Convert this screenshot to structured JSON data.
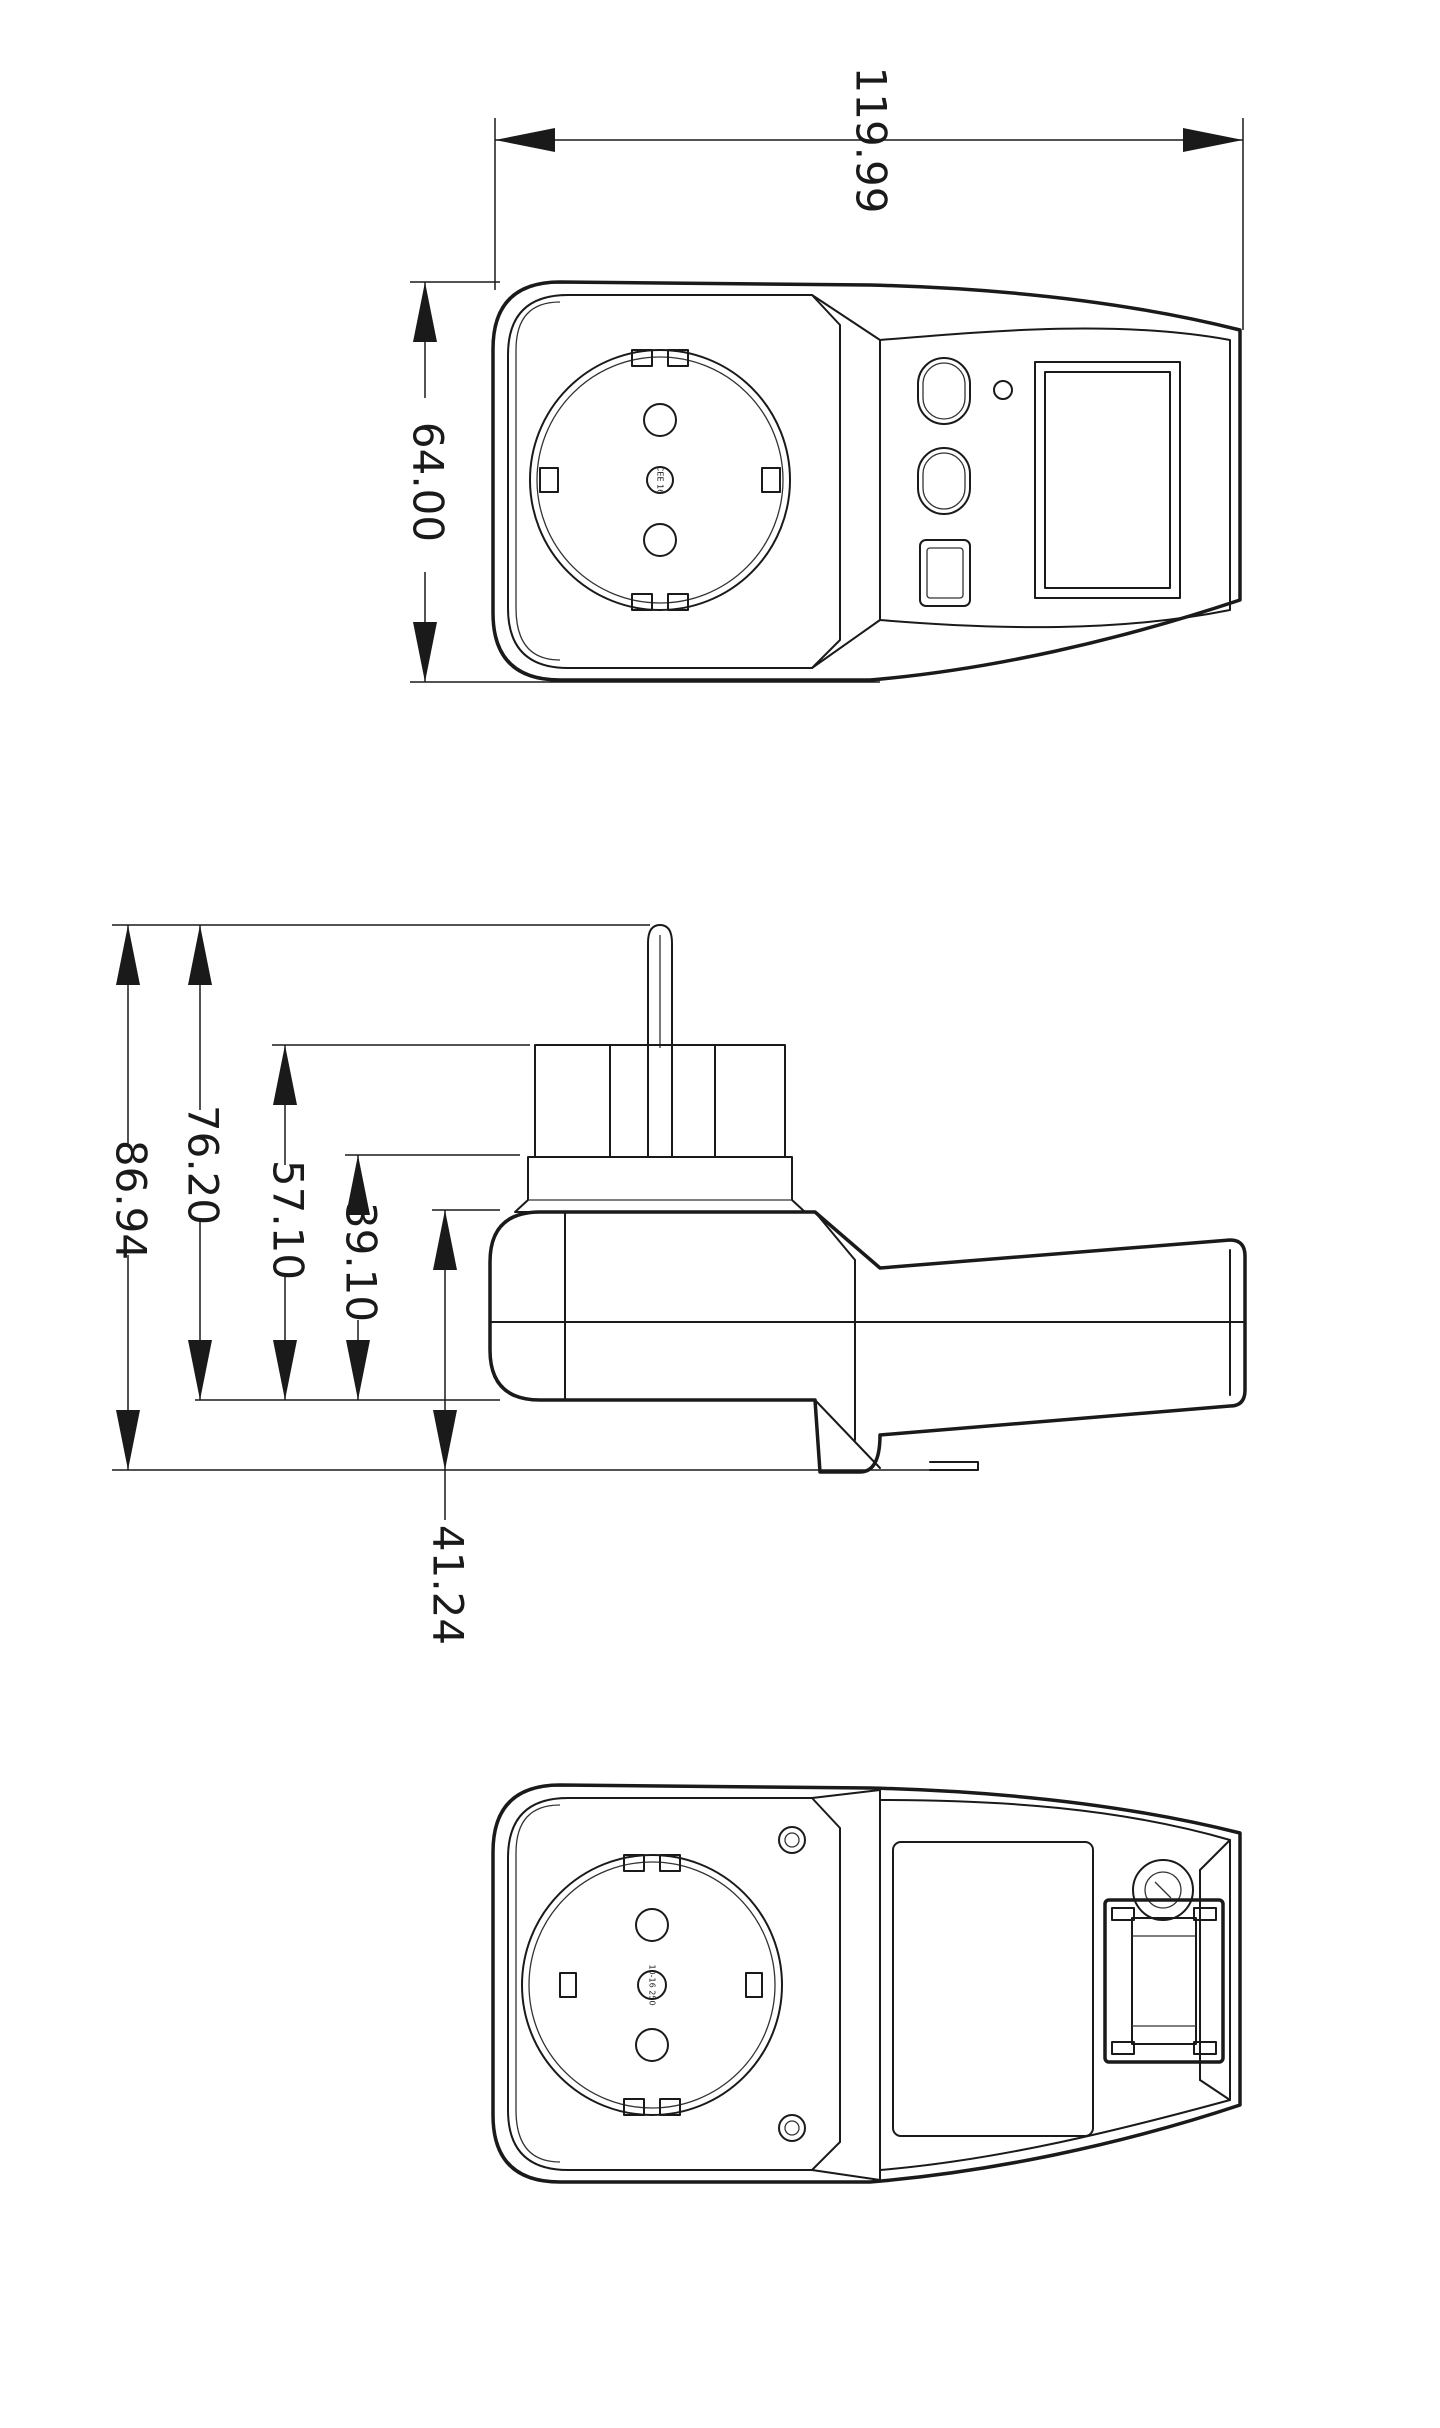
{
  "dimensions": {
    "top_width": "119.99",
    "top_height": "64.00",
    "side_total": "86.94",
    "side_76": "76.20",
    "side_57": "57.10",
    "side_39": "39.10",
    "side_41": "41.24"
  },
  "socket_marks": {
    "top": "CEE 16",
    "bottom": "10-16 250"
  },
  "colors": {
    "line": "#1a1a1a",
    "background": "#ffffff"
  }
}
